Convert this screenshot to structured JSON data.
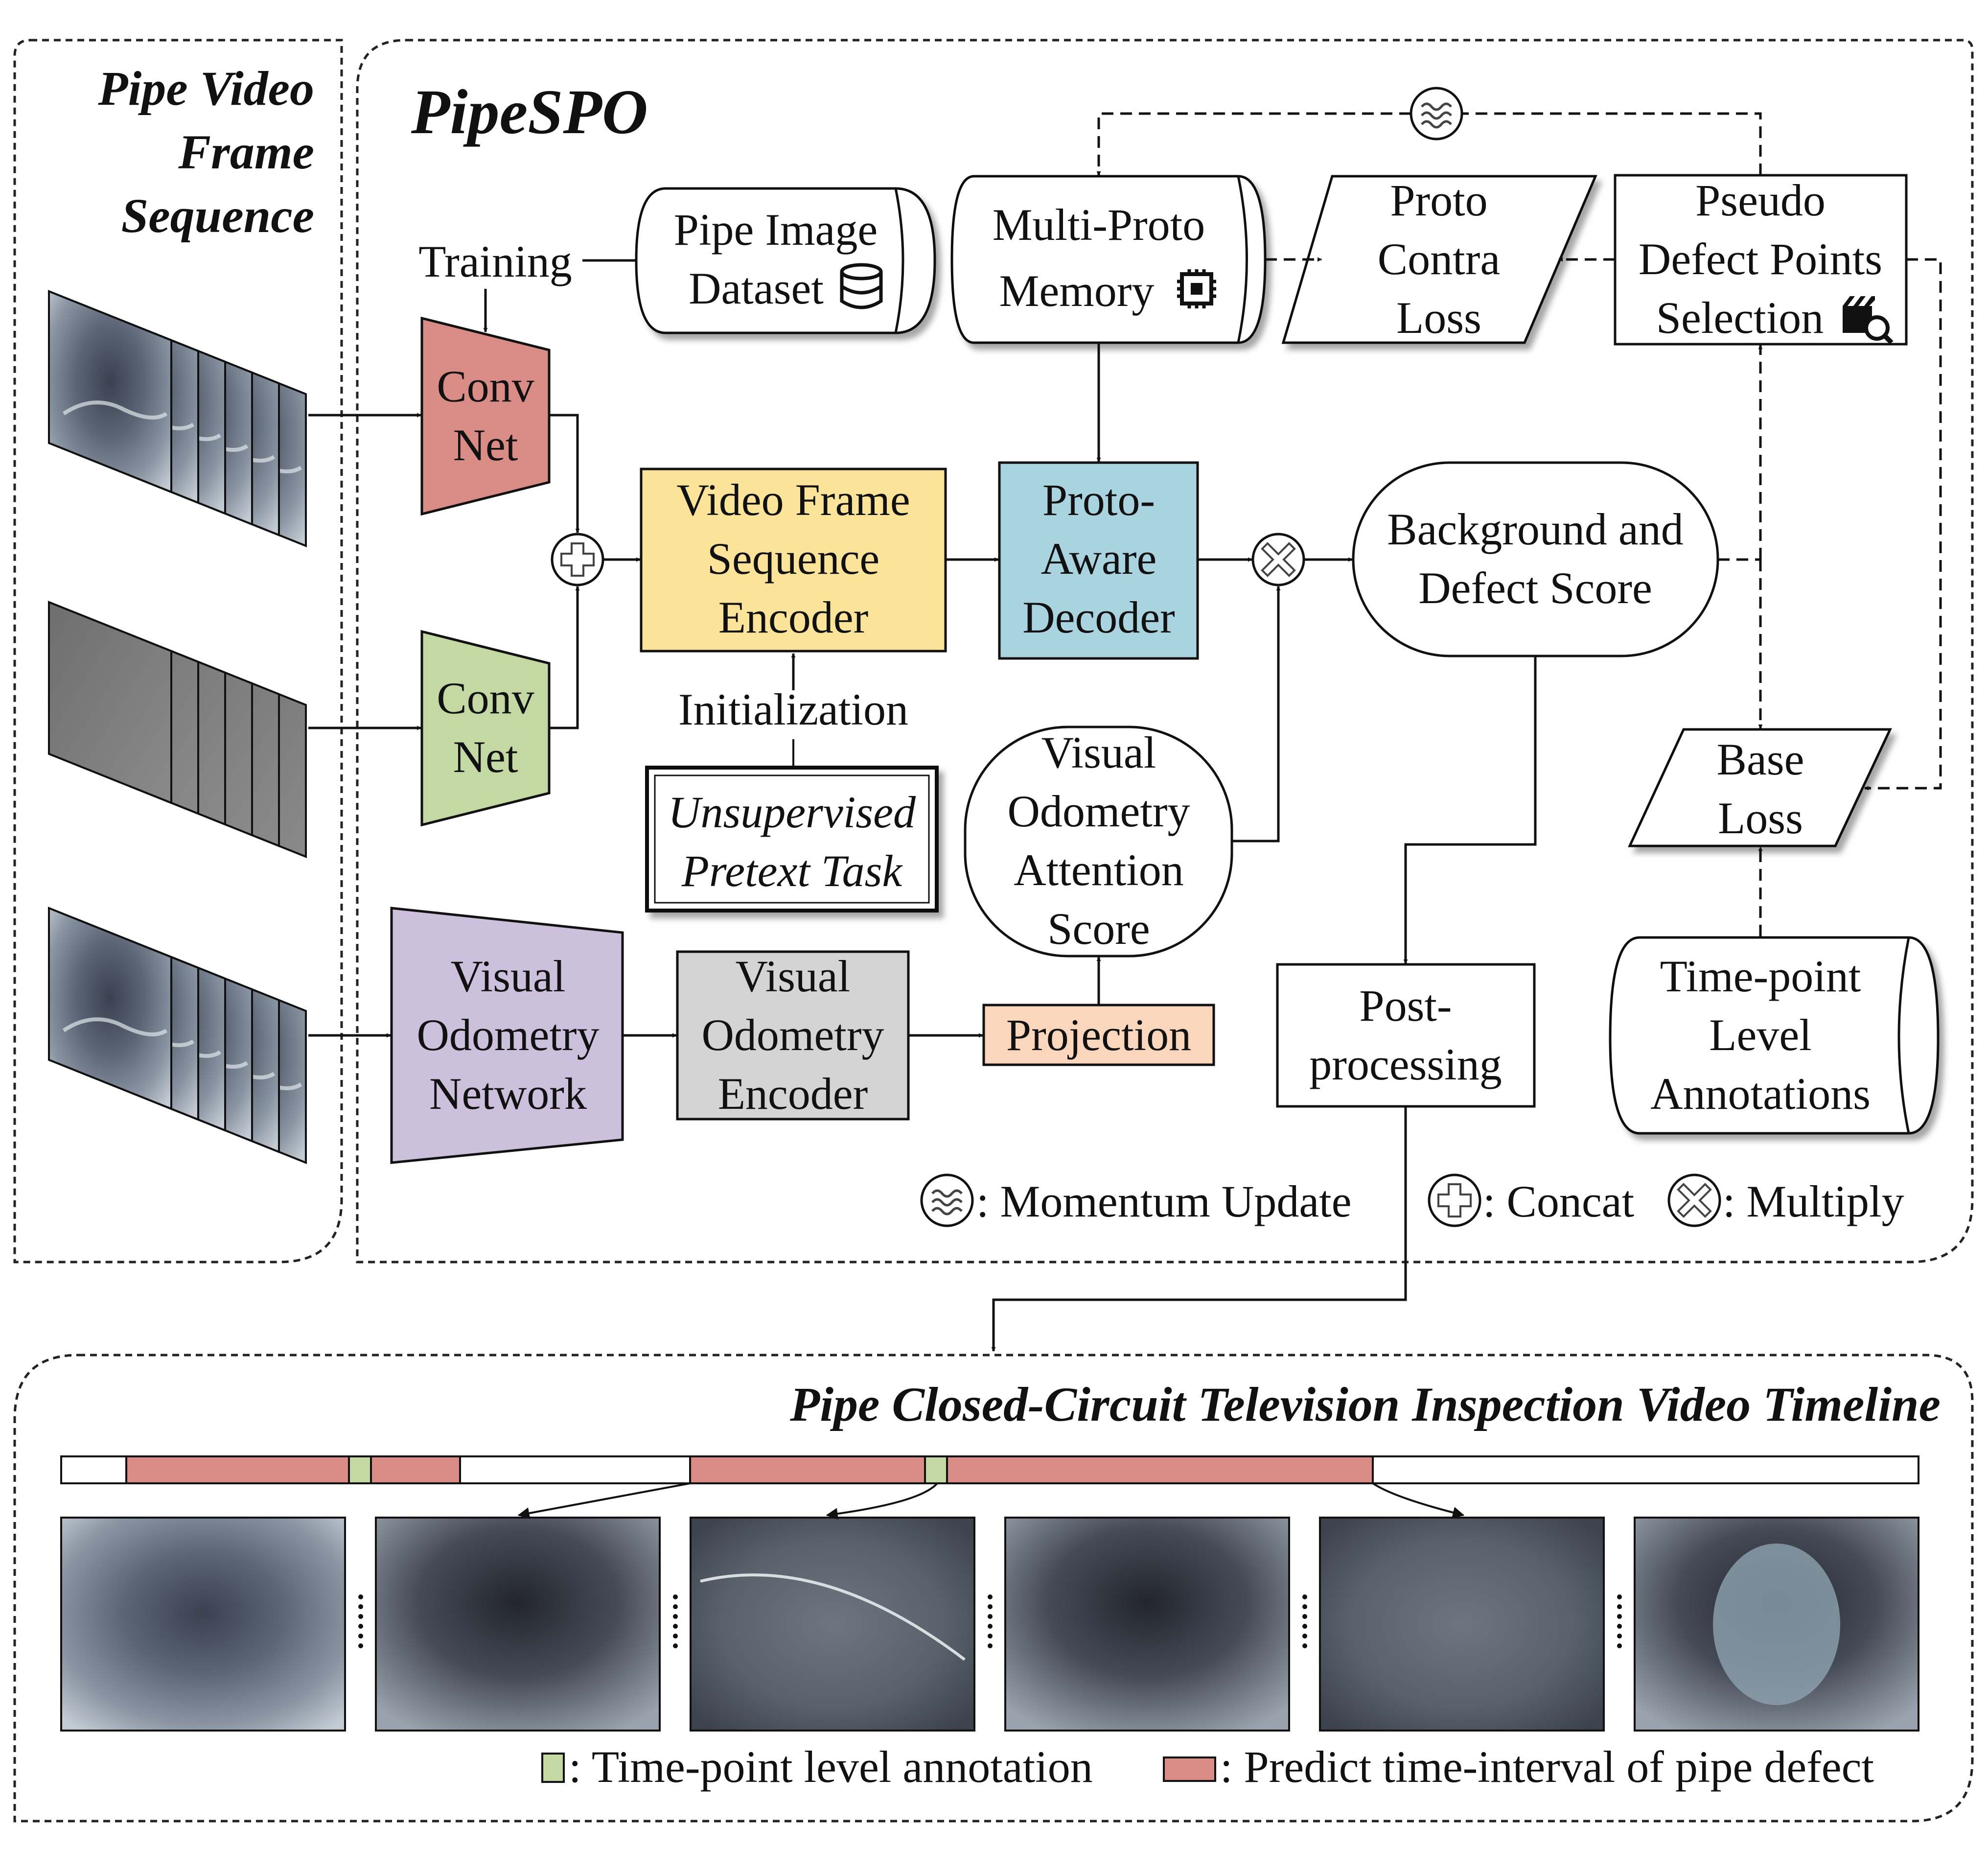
{
  "left_panel": {
    "title_lines": [
      "Pipe Video",
      "Frame",
      "Sequence"
    ]
  },
  "main_panel": {
    "title": "PipeSPO",
    "training_label": "Training",
    "pipe_image_dataset": [
      "Pipe Image",
      "Dataset"
    ],
    "multi_proto_memory": [
      "Multi-Proto",
      "Memory"
    ],
    "proto_contra_loss": [
      "Proto",
      "Contra",
      "Loss"
    ],
    "pseudo_defect_points": [
      "Pseudo",
      "Defect Points",
      "Selection"
    ],
    "conv_net_top": [
      "Conv",
      "Net"
    ],
    "conv_net_bottom": [
      "Conv",
      "Net"
    ],
    "video_frame_sequence_encoder": [
      "Video Frame",
      "Sequence",
      "Encoder"
    ],
    "proto_aware_decoder": [
      "Proto-",
      "Aware",
      "Decoder"
    ],
    "background_defect_score": [
      "Background and",
      "Defect Score"
    ],
    "initialization_label": "Initialization",
    "unsupervised_pretext": [
      "Unsupervised",
      "Pretext Task"
    ],
    "vo_attention_score": [
      "Visual",
      "Odometry",
      "Attention",
      "Score"
    ],
    "base_loss": [
      "Base",
      "Loss"
    ],
    "vo_network": [
      "Visual",
      "Odometry",
      "Network"
    ],
    "vo_encoder": [
      "Visual",
      "Odometry",
      "Encoder"
    ],
    "projection": "Projection",
    "post_processing": [
      "Post-",
      "processing"
    ],
    "time_point_annotations": [
      "Time-point",
      "Level",
      "Annotations"
    ],
    "legend": {
      "momentum": ": Momentum Update",
      "concat": ": Concat",
      "multiply": ": Multiply"
    }
  },
  "timeline_panel": {
    "title": "Pipe Closed-Circuit Television Inspection Video Timeline",
    "legend_annotation": ": Time-point level annotation",
    "legend_defect": ": Predict time-interval of pipe defect"
  },
  "colors": {
    "conv_top": "#D98C86",
    "conv_bottom": "#C3D8A2",
    "encoder": "#FBE49A",
    "decoder": "#A9D3DF",
    "vo_network": "#CDC0DC",
    "vo_encoder": "#D4D4D4",
    "projection": "#F9D6BC",
    "defect_interval": "#D98C86",
    "annotation_point": "#C3D8A2"
  }
}
